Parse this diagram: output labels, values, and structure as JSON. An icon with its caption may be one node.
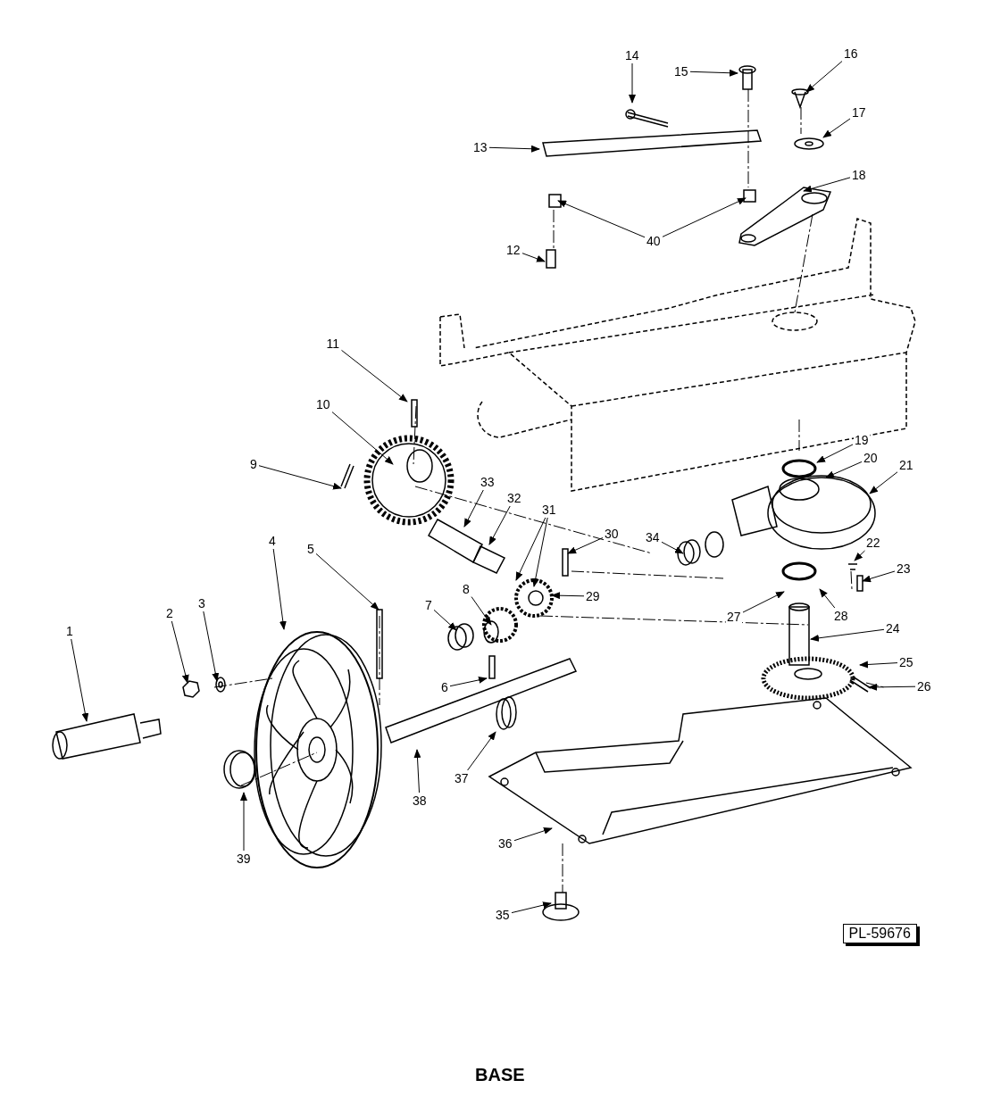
{
  "diagram": {
    "title": "BASE",
    "nodes": [
      {
        "text": [
          "1"
        ]
      },
      {
        "text": [
          "2"
        ]
      },
      {
        "text": [
          "3"
        ]
      },
      {
        "text": [
          "4"
        ]
      },
      {
        "text": [
          "5"
        ]
      },
      {
        "text": [
          "6"
        ]
      },
      {
        "text": [
          "7"
        ]
      },
      {
        "text": [
          "8"
        ]
      },
      {
        "text": [
          "9"
        ]
      },
      {
        "text": [
          "10"
        ]
      },
      {
        "text": [
          "11"
        ]
      },
      {
        "text": [
          "12"
        ]
      },
      {
        "text": [
          "13"
        ]
      },
      {
        "text": [
          "14"
        ]
      },
      {
        "text": [
          "15"
        ]
      },
      {
        "text": [
          "16"
        ]
      },
      {
        "text": [
          "17"
        ]
      },
      {
        "text": [
          "18"
        ]
      },
      {
        "text": [
          "19"
        ]
      },
      {
        "text": [
          "20"
        ]
      },
      {
        "text": [
          "21"
        ]
      },
      {
        "text": [
          "22"
        ]
      },
      {
        "text": [
          "23"
        ]
      },
      {
        "text": [
          "24"
        ]
      },
      {
        "text": [
          "25"
        ]
      },
      {
        "text": [
          "26"
        ]
      },
      {
        "text": [
          "27"
        ]
      },
      {
        "text": [
          "28"
        ]
      },
      {
        "text": [
          "29"
        ]
      },
      {
        "text": [
          "30"
        ]
      },
      {
        "text": [
          "31"
        ]
      },
      {
        "text": [
          "32"
        ]
      },
      {
        "text": [
          "33"
        ]
      },
      {
        "text": [
          "34"
        ]
      },
      {
        "text": [
          "35"
        ]
      },
      {
        "text": [
          "36"
        ]
      },
      {
        "text": [
          "37"
        ]
      },
      {
        "text": [
          "38"
        ]
      },
      {
        "text": [
          "39"
        ]
      },
      {
        "text": [
          "40"
        ]
      },
      {
        "text": [
          "PL-59676"
        ]
      }
    ],
    "edges": [
      {
        "from": 0,
        "to": null,
        "arrow": "to"
      },
      {
        "from": 1,
        "to": null,
        "arrow": "to"
      },
      {
        "from": 2,
        "to": null,
        "arrow": "to"
      },
      {
        "from": 3,
        "to": null,
        "arrow": "to"
      },
      {
        "from": 4,
        "to": null,
        "arrow": "to"
      },
      {
        "from": 5,
        "to": null,
        "arrow": "to"
      },
      {
        "from": 6,
        "to": null,
        "arrow": "to"
      },
      {
        "from": 7,
        "to": null,
        "arrow": "to"
      },
      {
        "from": 8,
        "to": null,
        "arrow": "to"
      },
      {
        "from": 9,
        "to": null,
        "arrow": "to"
      },
      {
        "from": 10,
        "to": null,
        "arrow": "to"
      },
      {
        "from": 11,
        "to": null,
        "arrow": "to"
      },
      {
        "from": 12,
        "to": null,
        "arrow": "to"
      },
      {
        "from": 13,
        "to": null,
        "arrow": "to"
      },
      {
        "from": 14,
        "to": null,
        "arrow": "to"
      },
      {
        "from": 15,
        "to": null,
        "arrow": "to"
      },
      {
        "from": 16,
        "to": null,
        "arrow": "to"
      },
      {
        "from": 17,
        "to": null,
        "arrow": "to"
      },
      {
        "from": 18,
        "to": null,
        "arrow": "to"
      },
      {
        "from": 19,
        "to": null,
        "arrow": "to"
      },
      {
        "from": 20,
        "to": null,
        "arrow": "to"
      },
      {
        "from": 21,
        "to": null,
        "arrow": "to"
      },
      {
        "from": 22,
        "to": null,
        "arrow": "to"
      },
      {
        "from": 23,
        "to": null,
        "arrow": "to"
      },
      {
        "from": 24,
        "to": null,
        "arrow": "to"
      },
      {
        "from": 25,
        "to": null,
        "arrow": "to"
      },
      {
        "from": 26,
        "to": null,
        "arrow": "to"
      },
      {
        "from": 27,
        "to": null,
        "arrow": "to"
      },
      {
        "from": 28,
        "to": null,
        "arrow": "to"
      },
      {
        "from": 29,
        "to": null,
        "arrow": "to"
      },
      {
        "from": 30,
        "to": null,
        "arrow": "to"
      },
      {
        "from": 30,
        "to": null,
        "arrow": "to"
      },
      {
        "from": 31,
        "to": null,
        "arrow": "to"
      },
      {
        "from": 32,
        "to": null,
        "arrow": "to"
      },
      {
        "from": 33,
        "to": null,
        "arrow": "to"
      },
      {
        "from": 34,
        "to": null,
        "arrow": "to"
      },
      {
        "from": 35,
        "to": null,
        "arrow": "to"
      },
      {
        "from": 36,
        "to": null,
        "arrow": "to"
      },
      {
        "from": 37,
        "to": null,
        "arrow": "to"
      },
      {
        "from": 38,
        "to": null,
        "arrow": "to"
      },
      {
        "from": 39,
        "to": null,
        "arrow": "to"
      },
      {
        "from": 39,
        "to": null,
        "arrow": "to"
      }
    ]
  }
}
